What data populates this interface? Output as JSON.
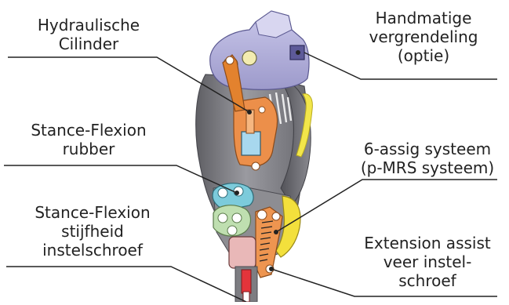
{
  "labels": {
    "hydraulic_cylinder": [
      "Hydraulische",
      "Cilinder"
    ],
    "manual_lock": [
      "Handmatige",
      "vergrendeling",
      "(optie)"
    ],
    "stance_flexion_rubber": [
      "Stance-Flexion",
      "rubber"
    ],
    "six_axis_system": [
      "6-assig systeem",
      "(p-MRS systeem)"
    ],
    "stance_flexion_stiffness": [
      "Stance-Flexion",
      "stijfheid",
      "instelschroef"
    ],
    "extension_assist": [
      "Extension assist",
      "veer instel-",
      "schroef"
    ]
  },
  "colors": {
    "frame_gray": "#8f8f94",
    "frame_dark": "#6b6b70",
    "top_lavender": "#b3b0d8",
    "cylinder_orange": "#e98a44",
    "piston_blue": "#a8d8ee",
    "bumper_cyan": "#7cc8d8",
    "link_green": "#b8dca8",
    "spring_yellow": "#f3e03c",
    "block_pink": "#e8b8b8",
    "screw_red": "#e3343b",
    "lock_purple": "#5d5a99",
    "leader_line": "#222222"
  }
}
